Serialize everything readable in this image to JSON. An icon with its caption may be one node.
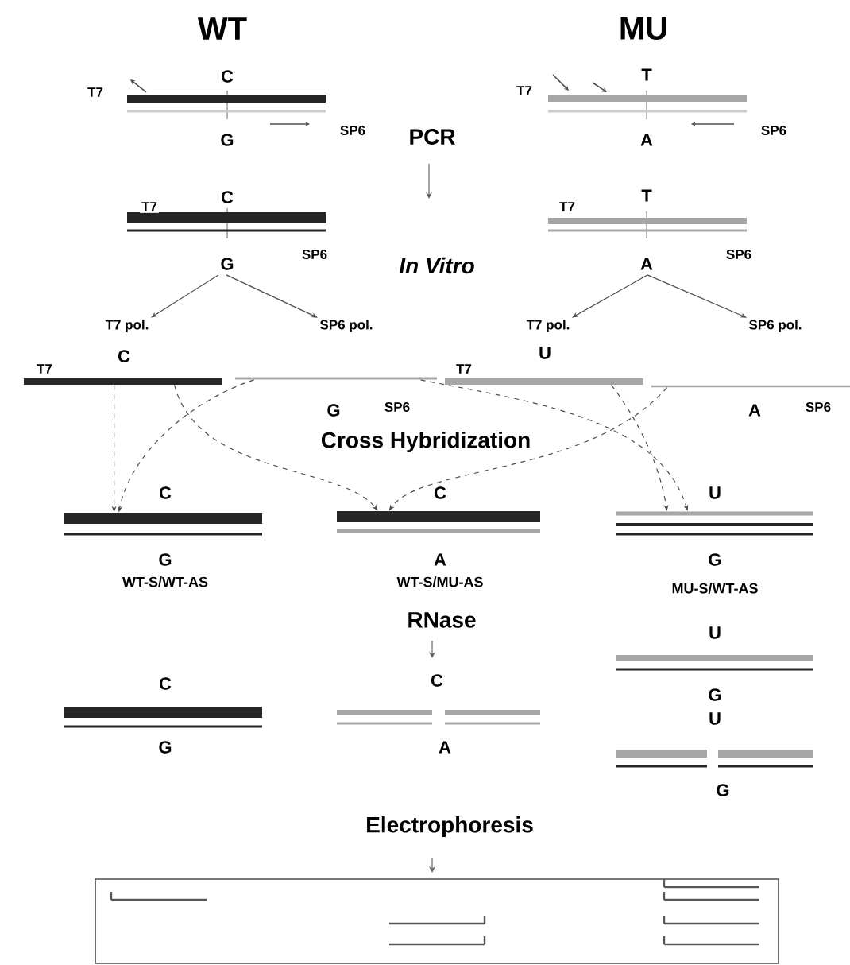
{
  "diagram": {
    "nodes": [
      {
        "text": [],
        "shape": "bar"
      },
      {
        "text": [],
        "shape": "bar"
      },
      {
        "text": [],
        "shape": "bar"
      },
      {
        "text": [],
        "shape": "bar"
      },
      {
        "text": [
          "T7 pol."
        ]
      },
      {
        "text": [
          "SP6 pol."
        ]
      },
      {
        "text": [
          "T7 pol."
        ]
      },
      {
        "text": [
          "SP6 pol."
        ]
      },
      {
        "text": [],
        "shape": "bar"
      },
      {
        "text": [],
        "shape": "bar"
      },
      {
        "text": [],
        "shape": "bar"
      },
      {
        "text": [],
        "shape": "bar"
      },
      {
        "text": [],
        "shape": "bar",
        "beside": [
          "WT-S/WT-AS"
        ]
      },
      {
        "text": [],
        "shape": "bar",
        "beside": [
          "WT-S/MU-AS"
        ]
      },
      {
        "text": [],
        "shape": "bar",
        "beside": [
          "MU-S/WT-AS"
        ]
      },
      {
        "text": [],
        "shape": "bar"
      },
      {
        "text": [],
        "shape": "bar"
      },
      {
        "text": [],
        "shape": "bar"
      },
      {
        "text": [],
        "shape": "bar"
      },
      {
        "text": [],
        "shape": "box"
      }
    ],
    "edges": [
      {
        "from": 2,
        "to": 4,
        "arrow": "to"
      },
      {
        "from": 2,
        "to": 5,
        "arrow": "to"
      },
      {
        "from": 3,
        "to": 6,
        "arrow": "to"
      },
      {
        "from": 3,
        "to": 7,
        "arrow": "to"
      },
      {
        "from": 8,
        "to": 12,
        "arrow": "to",
        "style": "dashed"
      },
      {
        "from": 9,
        "to": 12,
        "arrow": "to",
        "style": "dashed"
      },
      {
        "from": 8,
        "to": 13,
        "arrow": "to",
        "style": "dashed"
      },
      {
        "from": 11,
        "to": 13,
        "arrow": "to",
        "style": "dashed"
      },
      {
        "from": 10,
        "to": 14,
        "arrow": "to",
        "style": "dashed"
      },
      {
        "from": 9,
        "to": 14,
        "arrow": "to",
        "style": "dashed"
      }
    ],
    "labels": [
      "WT",
      "MU",
      "T7",
      "C",
      "G",
      "SP6",
      "T7",
      "T",
      "A",
      "SP6",
      "PCR",
      "T7",
      "C",
      "G",
      "SP6",
      "T7",
      "T",
      "A",
      "SP6",
      "In Vitro",
      "T7",
      "C",
      "G",
      "SP6",
      "T7",
      "U",
      "A",
      "SP6",
      "Cross Hybridization",
      "C",
      "G",
      "C",
      "A",
      "U",
      "G",
      "RNase",
      "C",
      "G",
      "C",
      "A",
      "U",
      "G",
      "U",
      "G",
      "Electrophoresis"
    ]
  }
}
